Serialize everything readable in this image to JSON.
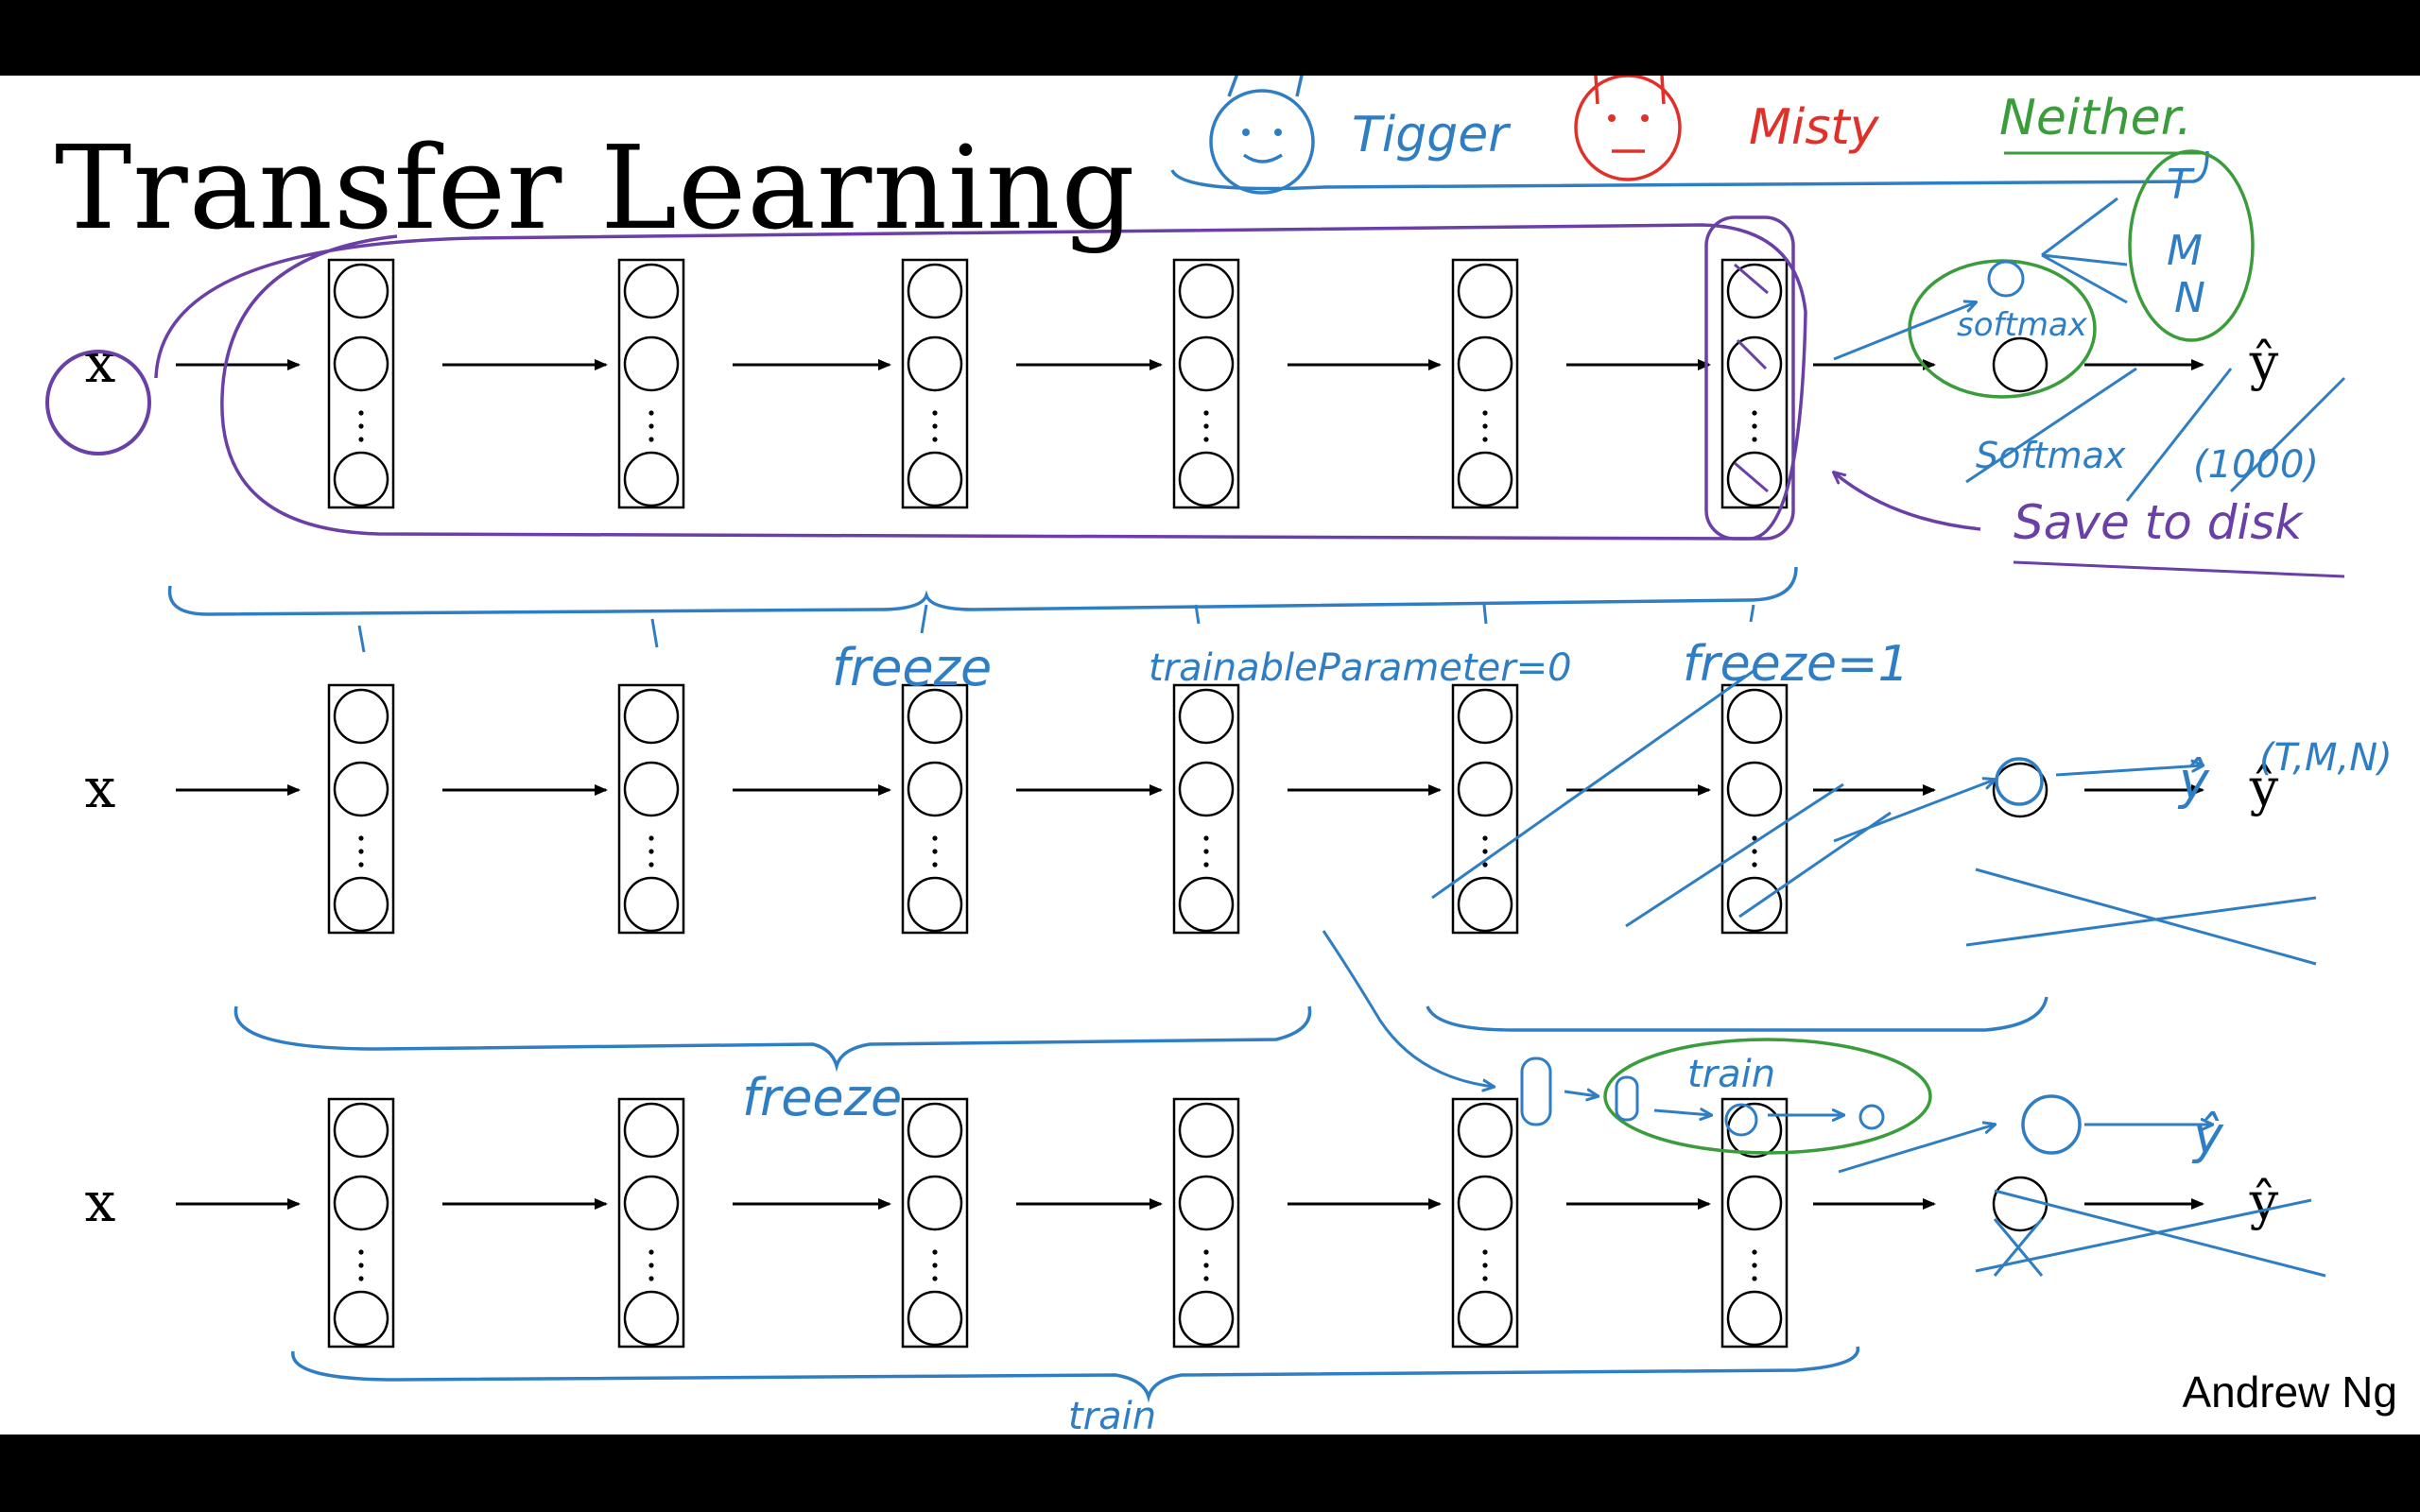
{
  "slide": {
    "title": "Transfer Learning",
    "author": "Andrew Ng"
  },
  "network_rows": [
    {
      "input_label": "x",
      "output_label": "ŷ"
    },
    {
      "input_label": "x",
      "output_label": "ŷ"
    },
    {
      "input_label": "x",
      "output_label": "ŷ"
    }
  ],
  "annotations": {
    "classes": {
      "tigger": "Tigger",
      "misty": "Misty",
      "neither": "Neither."
    },
    "class_abbrevs": [
      "T",
      "M",
      "N"
    ],
    "row1": {
      "softmax_new": "softmax",
      "softmax_old": "Softmax",
      "old_output_size": "(1000)",
      "save": "Save to disk",
      "freeze": "freeze",
      "trainable": "trainableParameter=0",
      "freeze_flag": "freeze=1"
    },
    "row2": {
      "new_output": "ŷ",
      "new_output_classes": "(T,M,N)",
      "freeze": "freeze",
      "train": "train"
    },
    "row3": {
      "new_output": "ŷ",
      "train": "train"
    },
    "colors": {
      "blue_ink": "#2f7ec4",
      "purple_ink": "#6a3fa6",
      "green_ink": "#3a9c3a",
      "red_ink": "#e0302a"
    }
  }
}
